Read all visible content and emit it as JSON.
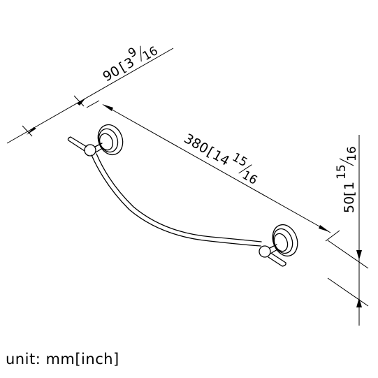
{
  "dimensions": {
    "depth": {
      "metric": "90",
      "whole": "3",
      "num": "9",
      "den": "16"
    },
    "length": {
      "metric": "380",
      "whole": "14",
      "num": "15",
      "den": "16"
    },
    "height": {
      "metric": "50",
      "whole": "1",
      "num": "15",
      "den": "16"
    }
  },
  "unit_label": "unit: mm[inch]"
}
